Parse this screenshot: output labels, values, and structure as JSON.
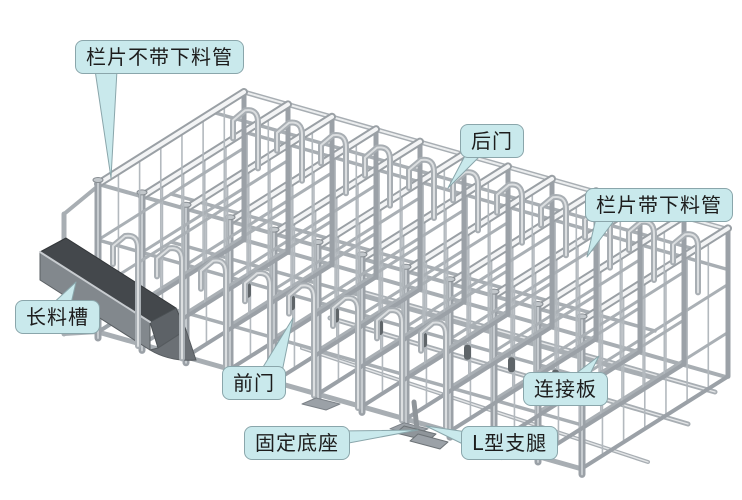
{
  "diagram": {
    "labels": {
      "panel_without_pipe": "栏片不带下料管",
      "back_door": "后门",
      "panel_with_pipe": "栏片带下料管",
      "long_trough": "长料槽",
      "front_door": "前门",
      "fixed_base": "固定底座",
      "l_shaped_leg": "L型支腿",
      "connection_plate": "连接板"
    },
    "colors": {
      "background": "#ffffff",
      "callout_fill": "#c9e9ec",
      "callout_border": "#8aa6ab",
      "callout_text": "#1d1d1d",
      "steel_light": "#f3f4f5",
      "steel_mid": "#a8aeb3",
      "steel_dark": "#7c8288",
      "bar_gray": "#b3b9be",
      "trough_top": "#44484c",
      "trough_face": "#82888d",
      "trough_end": "#5d6267"
    }
  }
}
